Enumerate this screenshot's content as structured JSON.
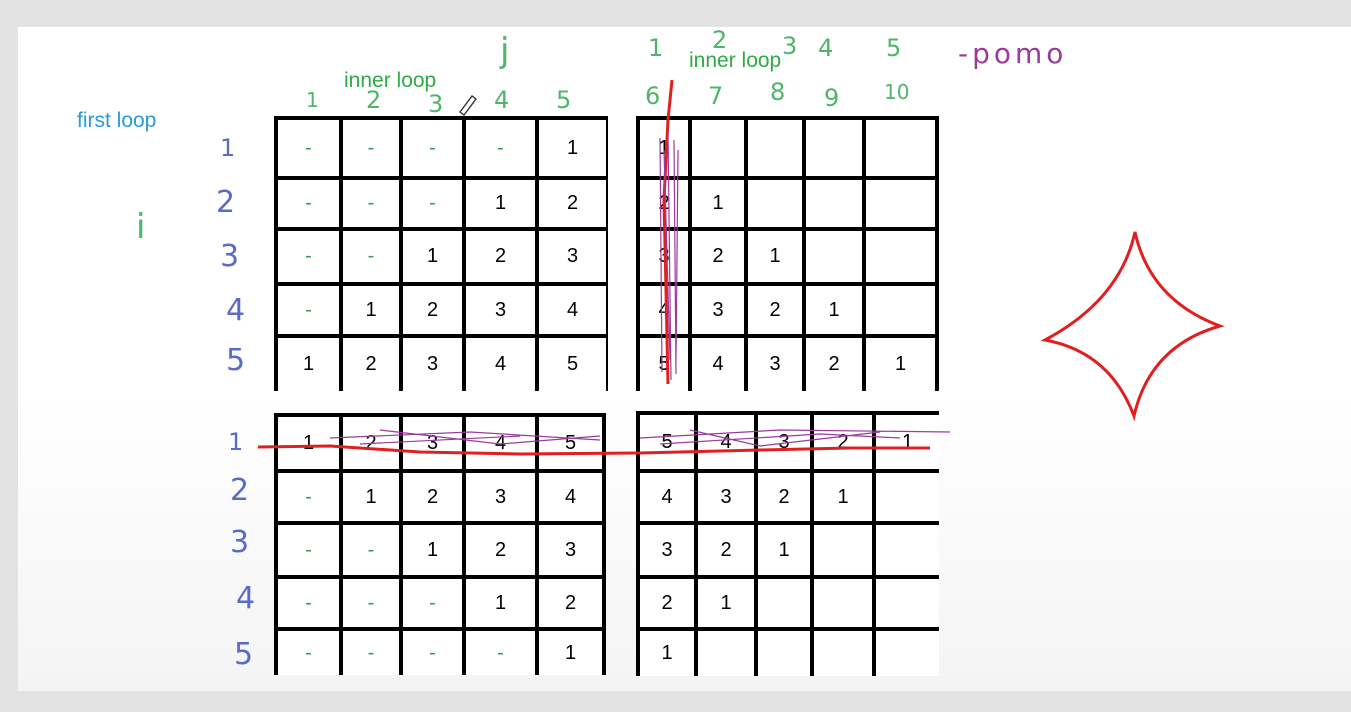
{
  "labels": {
    "first_loop": "first loop",
    "inner_loop_left": "inner loop",
    "inner_loop_right": "inner loop",
    "j": "j",
    "i": "i",
    "pomo": "-pomo"
  },
  "column_numbers_left": [
    "1",
    "2",
    "3",
    "4",
    "5"
  ],
  "column_numbers_right": [
    "6",
    "7",
    "8",
    "9",
    "10"
  ],
  "top_numbers_right": [
    "1",
    "2",
    "3",
    "4",
    "5"
  ],
  "row_numbers_top": [
    "1",
    "2",
    "3",
    "4",
    "5"
  ],
  "row_numbers_bottom": [
    "1",
    "2",
    "3",
    "4",
    "5"
  ],
  "grids": {
    "top_left": [
      [
        "-",
        "-",
        "-",
        "-",
        "1"
      ],
      [
        "-",
        "-",
        "-",
        "1",
        "2"
      ],
      [
        "-",
        "-",
        "1",
        "2",
        "3"
      ],
      [
        "-",
        "1",
        "2",
        "3",
        "4"
      ],
      [
        "1",
        "2",
        "3",
        "4",
        "5"
      ]
    ],
    "top_right": [
      [
        "1",
        "",
        "",
        "",
        ""
      ],
      [
        "2",
        "1",
        "",
        "",
        ""
      ],
      [
        "3",
        "2",
        "1",
        "",
        ""
      ],
      [
        "4",
        "3",
        "2",
        "1",
        ""
      ],
      [
        "5",
        "4",
        "3",
        "2",
        "1"
      ]
    ],
    "bottom_left": [
      [
        "1",
        "2",
        "3",
        "4",
        "5"
      ],
      [
        "-",
        "1",
        "2",
        "3",
        "4"
      ],
      [
        "-",
        "-",
        "1",
        "2",
        "3"
      ],
      [
        "-",
        "-",
        "-",
        "1",
        "2"
      ],
      [
        "-",
        "-",
        "-",
        "-",
        "1"
      ]
    ],
    "bottom_right": [
      [
        "5",
        "4",
        "3",
        "2",
        "1"
      ],
      [
        "4",
        "3",
        "2",
        "1",
        ""
      ],
      [
        "3",
        "2",
        "1",
        "",
        ""
      ],
      [
        "2",
        "1",
        "",
        "",
        ""
      ],
      [
        "1",
        "",
        "",
        "",
        ""
      ]
    ]
  },
  "colors": {
    "label_green": "#2eaa47",
    "label_blue": "#2a9ad8",
    "ink_red": "#e02020",
    "ink_purple": "#9a3c9a"
  }
}
